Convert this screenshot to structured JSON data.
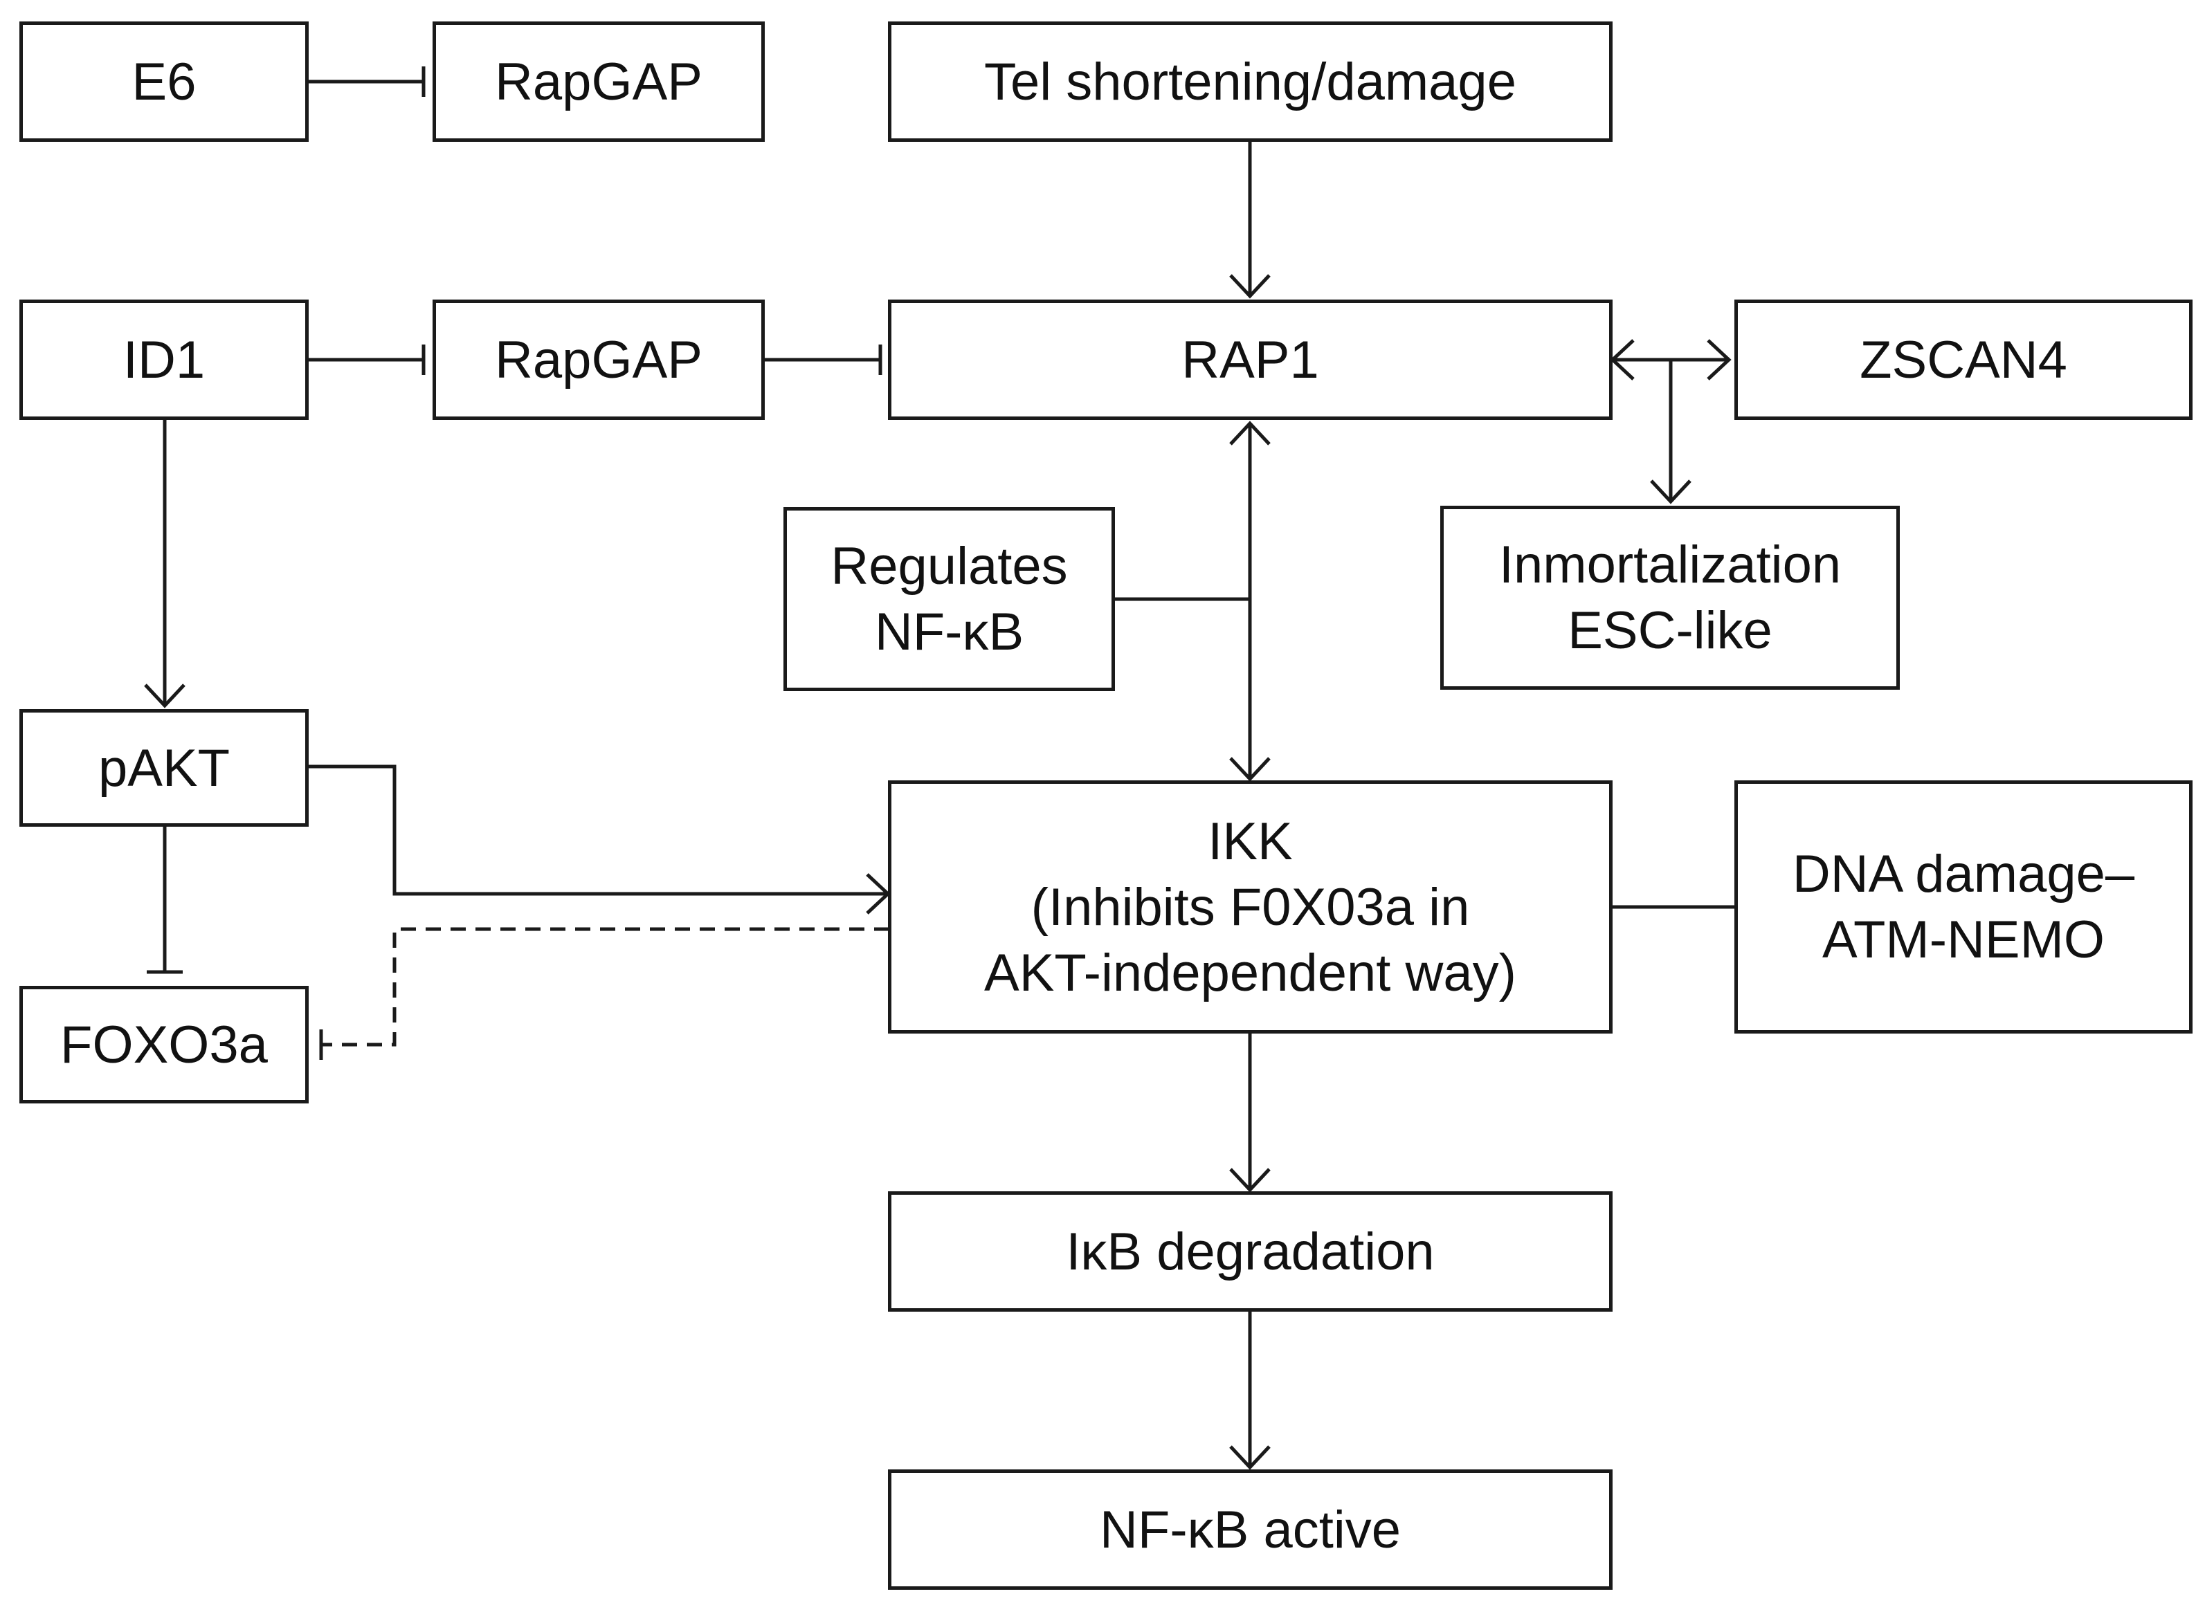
{
  "nodes": {
    "e6": [
      "E6"
    ],
    "rapgap_top": [
      "RapGAP"
    ],
    "tel": [
      "Tel shortening/damage"
    ],
    "id1": [
      "ID1"
    ],
    "rapgap_mid": [
      "RapGAP"
    ],
    "rap1": [
      "RAP1"
    ],
    "zscan4": [
      "ZSCAN4"
    ],
    "regulates": [
      "Regulates",
      "NF-κB"
    ],
    "inmortalization": [
      "Inmortalization",
      "ESC-like"
    ],
    "pakt": [
      "pAKT"
    ],
    "ikk": [
      "IKK",
      "(Inhibits F0X03a in",
      "AKT-independent way)"
    ],
    "dna_damage": [
      "DNA damage–",
      "ATM-NEMO"
    ],
    "foxo3a": [
      "FOXO3a"
    ],
    "ikb": [
      "IκB degradation"
    ],
    "nfkb": [
      "NF-κB active"
    ]
  },
  "edges": [
    {
      "from": "e6",
      "to": "rapgap_top",
      "kind": "inhibits",
      "style": "solid"
    },
    {
      "from": "tel",
      "to": "rap1",
      "kind": "activates",
      "style": "solid"
    },
    {
      "from": "id1",
      "to": "rapgap_mid",
      "kind": "inhibits",
      "style": "solid"
    },
    {
      "from": "rapgap_mid",
      "to": "rap1",
      "kind": "inhibits",
      "style": "solid"
    },
    {
      "from": "rap1",
      "to": "zscan4",
      "kind": "bidirectional",
      "style": "solid"
    },
    {
      "from": "rap1-zscan4",
      "to": "inmortalization",
      "kind": "activates",
      "style": "solid"
    },
    {
      "from": "rap1",
      "to": "ikk",
      "kind": "bidirectional",
      "style": "solid"
    },
    {
      "from": "regulates",
      "to": "rap1-ikk",
      "kind": "association",
      "style": "solid"
    },
    {
      "from": "id1",
      "to": "pakt",
      "kind": "activates",
      "style": "solid"
    },
    {
      "from": "pakt",
      "to": "ikk",
      "kind": "activates",
      "style": "solid"
    },
    {
      "from": "pakt",
      "to": "foxo3a",
      "kind": "inhibits",
      "style": "solid"
    },
    {
      "from": "ikk",
      "to": "foxo3a",
      "kind": "inhibits",
      "style": "dashed"
    },
    {
      "from": "dna_damage",
      "to": "ikk",
      "kind": "association",
      "style": "solid"
    },
    {
      "from": "ikk",
      "to": "ikb",
      "kind": "activates",
      "style": "solid"
    },
    {
      "from": "ikb",
      "to": "nfkb",
      "kind": "activates",
      "style": "solid"
    }
  ]
}
